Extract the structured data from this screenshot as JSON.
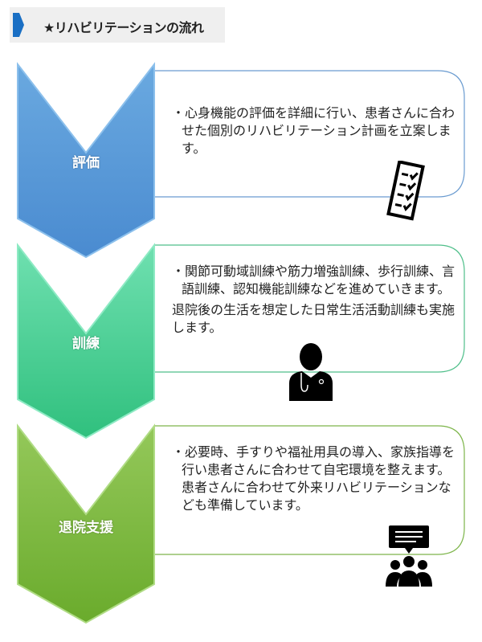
{
  "header": {
    "title": "★リハビリテーションの流れ"
  },
  "steps": [
    {
      "label": "評価",
      "color": "#5b9bd5",
      "icon": "checklist-icon",
      "lines": [
        "・心身機能の評価を詳細に行い、患者さんに合わせた個別のリハビリテーション計画を立案します。"
      ]
    },
    {
      "label": "訓練",
      "color": "#4fd39a",
      "icon": "doctor-icon",
      "lines": [
        "・関節可動域訓練や筋力増強訓練、歩行訓練、言語訓練、認知機能訓練などを進めていきます。",
        "退院後の生活を想定した日常生活活動訓練も実施します。"
      ]
    },
    {
      "label": "退院支援",
      "color": "#7dba3c",
      "icon": "family-consultation-icon",
      "lines": [
        "・必要時、手すりや福祉用具の導入、家族指導を行い患者さんに合わせて自宅環境を整えます。患者さんに合わせて外来リハビリテーションなども準備しています。"
      ]
    }
  ]
}
